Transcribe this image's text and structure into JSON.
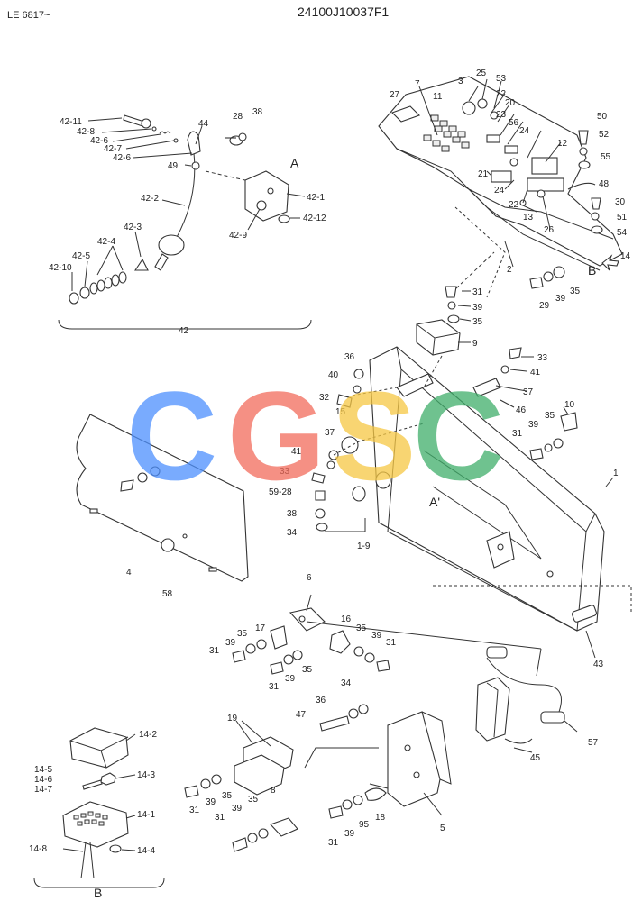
{
  "header": {
    "left_code": "LE 6817~",
    "drawing_number": "24100J10037F1"
  },
  "watermark": {
    "letters": [
      "C",
      "G",
      "S",
      "C"
    ],
    "colors": [
      "#4d90fe",
      "#f26b5b",
      "#f6c744",
      "#3fae6a"
    ]
  },
  "callouts": {
    "group_42": [
      "42-11",
      "42-8",
      "42-6",
      "42-7",
      "42-6",
      "44",
      "28",
      "38",
      "49",
      "A",
      "42-2",
      "42-1",
      "42-9",
      "42-12",
      "42-3",
      "42-4",
      "42-5",
      "42-10",
      "42"
    ],
    "panel": [
      "27",
      "7",
      "3",
      "25",
      "53",
      "11",
      "22",
      "20",
      "23",
      "56",
      "24",
      "12",
      "50",
      "52",
      "55",
      "48",
      "30",
      "51",
      "54",
      "14",
      "21",
      "24",
      "22",
      "13",
      "26",
      "2",
      "B",
      "29",
      "39",
      "35"
    ],
    "center": [
      "31",
      "39",
      "35",
      "9",
      "36",
      "40",
      "32",
      "15",
      "37",
      "41",
      "33",
      "59-28",
      "38",
      "34",
      "1-9",
      "33",
      "41",
      "37",
      "46",
      "10",
      "35",
      "39",
      "31",
      "A'",
      "1",
      "29",
      "39",
      "35",
      "4",
      "58",
      "43"
    ],
    "lower": [
      "6",
      "17",
      "35",
      "39",
      "31",
      "16",
      "35",
      "39",
      "31",
      "31",
      "39",
      "35",
      "34",
      "36",
      "47",
      "19",
      "8",
      "45",
      "57",
      "31",
      "39",
      "35",
      "31",
      "39",
      "35",
      "31",
      "39",
      "95",
      "18",
      "5"
    ],
    "group_14": [
      "14-2",
      "14-5",
      "14-6",
      "14-7",
      "14-3",
      "14-1",
      "14-8",
      "14-4",
      "B"
    ]
  }
}
